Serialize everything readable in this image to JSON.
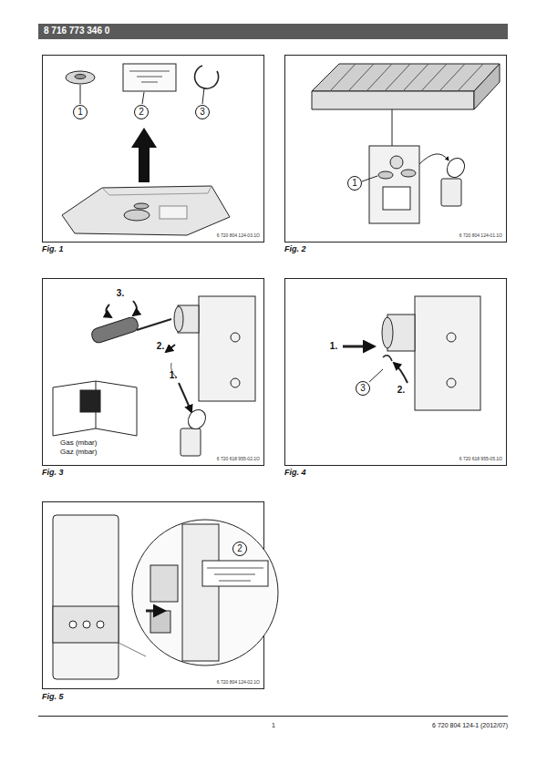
{
  "diagram": {
    "labels": [
      "8 716 773 346 0",
      "1",
      "2",
      "3",
      "6 720 804 124-03.1O",
      "Fig. 1",
      "1",
      "6 720 804 124-01.1O",
      "Fig. 2",
      "3.",
      "2.",
      "1.",
      "Gas (mbar)",
      "Gaz (mbar)",
      "6 720 618 955-02.1O",
      "Fig. 3",
      "1.",
      "2.",
      "3",
      "6 720 618 955-05.1O",
      "Fig. 4",
      "2",
      "6 720 804 124-02.1O",
      "Fig. 5",
      "1",
      "6 720 804 124-1 (2012/07)"
    ]
  }
}
